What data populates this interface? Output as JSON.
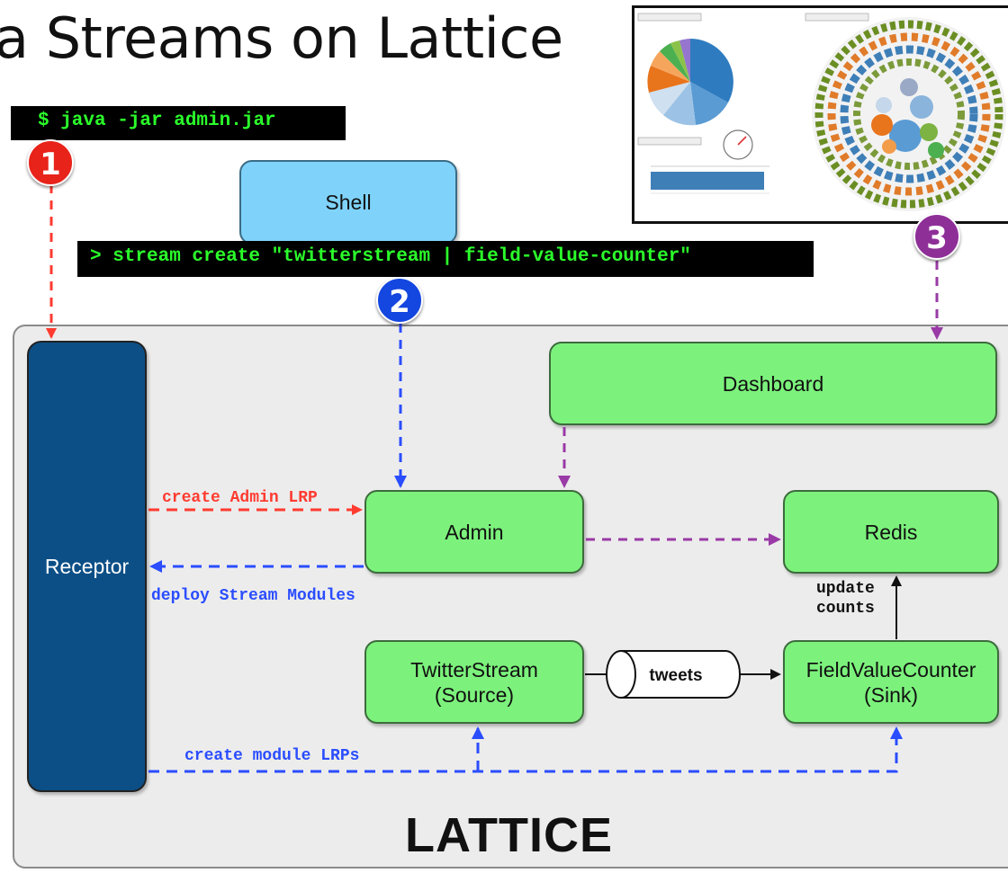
{
  "title": "a Streams on Lattice",
  "commands": {
    "java": "$ java -jar admin.jar",
    "stream": "> stream create \"twitterstream | field-value-counter\""
  },
  "badges": {
    "one": "1",
    "two": "2",
    "three": "3"
  },
  "nodes": {
    "shell": "Shell",
    "receptor": "Receptor",
    "dashboard": "Dashboard",
    "admin": "Admin",
    "redis": "Redis",
    "twitter_line1": "TwitterStream",
    "twitter_line2": "(Source)",
    "counter_line1": "FieldValueCounter",
    "counter_line2": "(Sink)",
    "tweets": "tweets"
  },
  "edge_labels": {
    "create_admin": "create Admin LRP",
    "deploy": "deploy Stream Modules",
    "create_modules": "create module LRPs",
    "update_line1": "update",
    "update_line2": "counts"
  },
  "container_label": "LATTICE",
  "colors": {
    "red": "#ff3b30",
    "blue": "#2a4dff",
    "purple": "#9a3aa6",
    "green_box": "#7cf27c",
    "receptor": "#0c4f86",
    "shell": "#7fd3fb"
  }
}
